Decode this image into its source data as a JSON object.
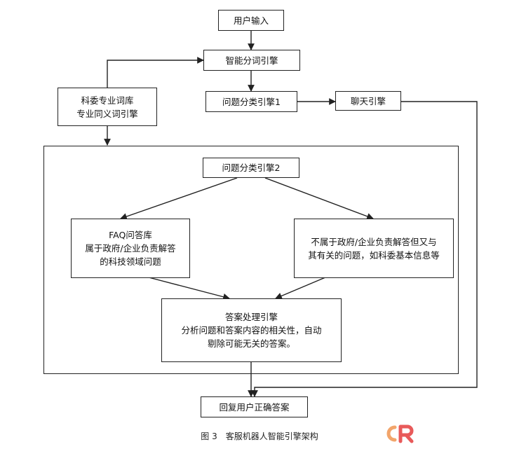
{
  "nodes": {
    "user_input": "用户输入",
    "smart_segmenter": "智能分词引擎",
    "thesaurus_line1": "科委专业词库",
    "thesaurus_line2": "专业同义词引擎",
    "classifier1": "问题分类引擎1",
    "chat_engine": "聊天引擎",
    "classifier2": "问题分类引擎2",
    "faq_line1": "FAQ问答库",
    "faq_line2": "属于政府/企业负责解答",
    "faq_line3": "的科技领域问题",
    "other_line1": "不属于政府/企业负责解答但又与",
    "other_line2": "其有关的问题，如科委基本信息等",
    "answer_line1": "答案处理引擎",
    "answer_line2": "分析问题和答案内容的相关性，自动",
    "answer_line3": "剔除可能无关的答案。",
    "reply": "回复用户正确答案"
  },
  "caption": "图 3　客服机器人智能引擎架构",
  "logo": {
    "icon": "cr-logo",
    "colors": [
      "#f2a56b",
      "#e85a5a"
    ]
  }
}
